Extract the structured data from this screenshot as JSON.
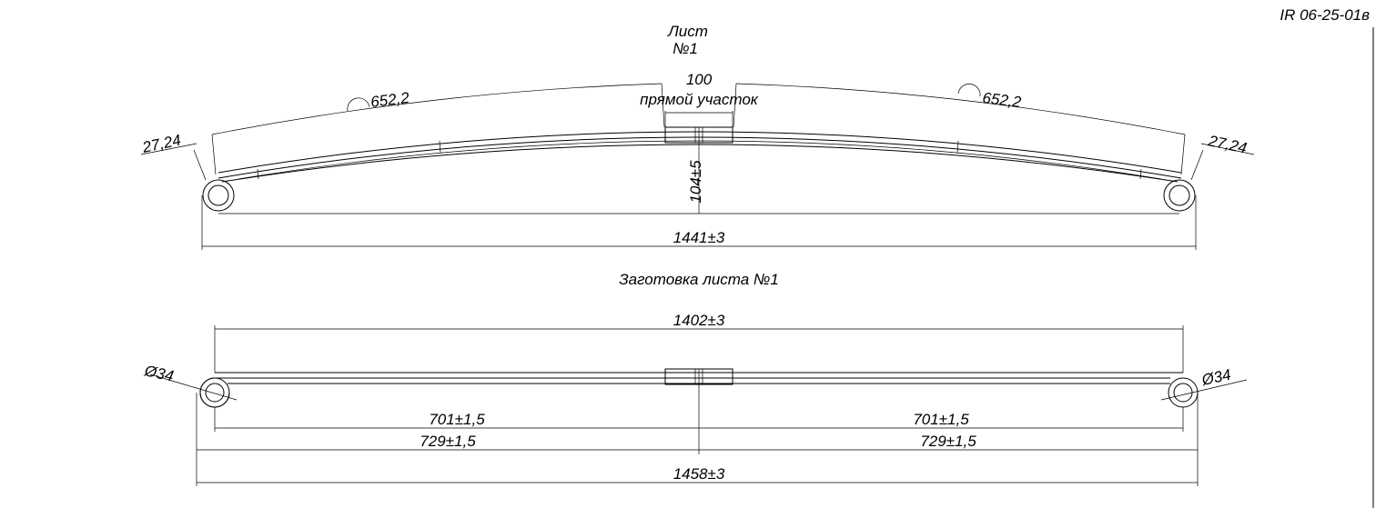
{
  "drawing_code": "IR 06-25-01в",
  "top_view": {
    "title_line1": "Лист",
    "title_line2": "№1",
    "flat_length": "100",
    "flat_label": "прямой участок",
    "radius_left": "652,2",
    "radius_right": "652,2",
    "end_left": "27,24",
    "end_right": "27,24",
    "arch_height": "104±5",
    "eye_to_eye": "1441±3"
  },
  "blank_view": {
    "title": "Заготовка листа №1",
    "overall_blank": "1402±3",
    "eye_diameter_left": "Ø34",
    "eye_diameter_right": "Ø34",
    "half_inner_left": "701±1,5",
    "half_inner_right": "701±1,5",
    "half_outer_left": "729±1,5",
    "half_outer_right": "729±1,5",
    "total_length": "1458±3"
  }
}
